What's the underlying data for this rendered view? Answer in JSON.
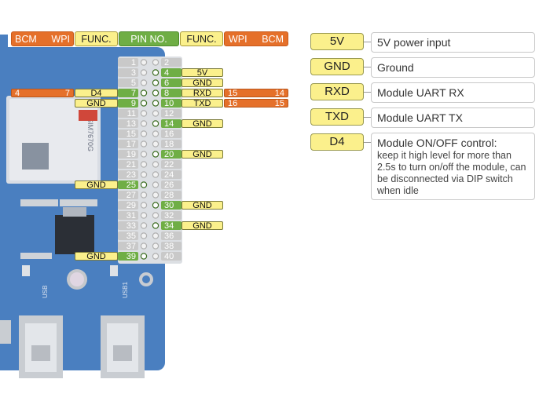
{
  "header": {
    "left": {
      "bcm": "BCM",
      "wpi": "WPI"
    },
    "func_left": "FUNC.",
    "pin_no": "PIN NO.",
    "func_right": "FUNC.",
    "right": {
      "wpi": "WPI",
      "bcm": "BCM"
    }
  },
  "pins": [
    {
      "odd": "1",
      "even": "2"
    },
    {
      "odd": "3",
      "even": "4",
      "even_func": "5V"
    },
    {
      "odd": "5",
      "even": "6",
      "even_func": "GND"
    },
    {
      "odd": "7",
      "odd_func": "D4",
      "odd_wpi": "7",
      "odd_bcm": "4",
      "even": "8",
      "even_func": "RXD",
      "even_wpi": "15",
      "even_bcm": "14"
    },
    {
      "odd": "9",
      "odd_func": "GND",
      "even": "10",
      "even_func": "TXD",
      "even_wpi": "16",
      "even_bcm": "15"
    },
    {
      "odd": "11",
      "even": "12"
    },
    {
      "odd": "13",
      "even": "14",
      "even_func": "GND"
    },
    {
      "odd": "15",
      "even": "16"
    },
    {
      "odd": "17",
      "even": "18"
    },
    {
      "odd": "19",
      "even": "20",
      "even_func": "GND"
    },
    {
      "odd": "21",
      "even": "22"
    },
    {
      "odd": "23",
      "even": "24"
    },
    {
      "odd": "25",
      "odd_func": "GND",
      "even": "26"
    },
    {
      "odd": "27",
      "even": "28"
    },
    {
      "odd": "29",
      "even": "30",
      "even_func": "GND"
    },
    {
      "odd": "31",
      "even": "32"
    },
    {
      "odd": "33",
      "even": "34",
      "even_func": "GND"
    },
    {
      "odd": "35",
      "even": "36"
    },
    {
      "odd": "37",
      "even": "38"
    },
    {
      "odd": "39",
      "odd_func": "GND",
      "even": "40"
    }
  ],
  "board": {
    "chip_label": "SIM7670G",
    "usb_left": "USB",
    "usb_right": "USB1"
  },
  "legend": [
    {
      "key": "5V",
      "desc": "5V power input"
    },
    {
      "key": "GND",
      "desc": "Ground"
    },
    {
      "key": "RXD",
      "desc": "Module UART RX"
    },
    {
      "key": "TXD",
      "desc": "Module UART TX"
    },
    {
      "key": "D4",
      "desc": "Module ON/OFF control:",
      "detail": "keep it high level for more than 2.5s to turn on/off the module, can be disconnected via DIP switch when idle"
    }
  ],
  "colors": {
    "board": "#4a7fc0",
    "green": "#6fae45",
    "yellow": "#fbf08c",
    "orange": "#e5702a",
    "gray_pin": "#c9c9c9"
  }
}
